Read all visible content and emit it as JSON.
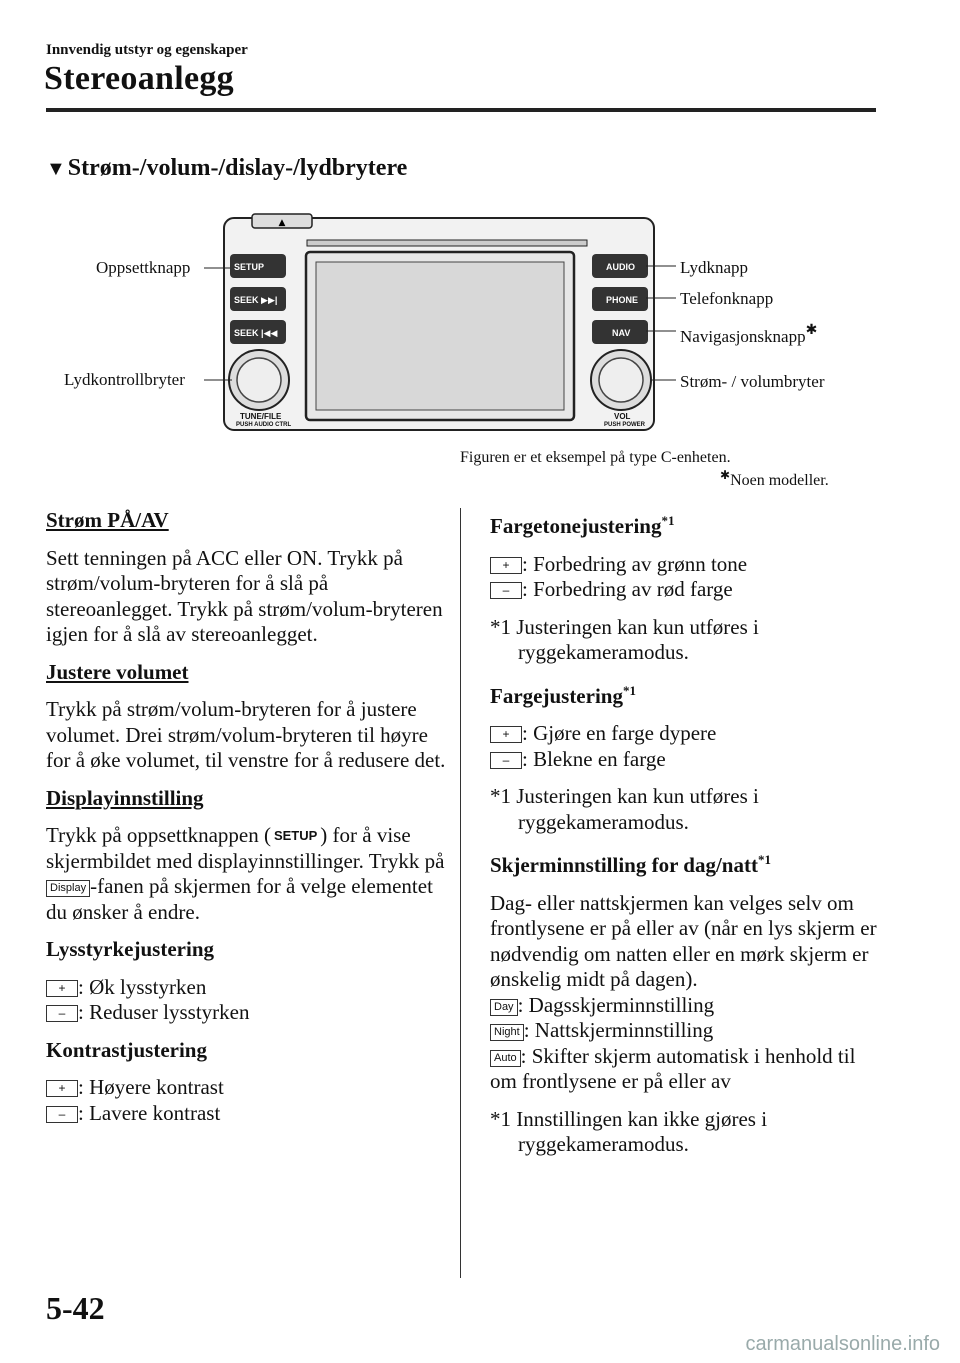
{
  "header": {
    "chapter": "Innvendig utstyr og egenskaper",
    "title": "Stereoanlegg"
  },
  "subsection": {
    "marker": "▼",
    "title": "Strøm-/volum-/dislay-/lydbrytere"
  },
  "figure": {
    "callouts": {
      "setup": "Oppsettknapp",
      "audio_ctrl": "Lydkontrollbryter",
      "audio": "Lydknapp",
      "phone": "Telefonknapp",
      "nav": "Navigasjonsknapp",
      "power": "Strøm- / volumbryter"
    },
    "unit_labels": {
      "setup": "SETUP",
      "seek_up": "SEEK",
      "seek_down": "SEEK",
      "audio": "AUDIO",
      "phone": "PHONE",
      "nav": "NAV",
      "tune": "TUNE/FILE",
      "tune_sub": "PUSH AUDIO CTRL",
      "vol": "VOL",
      "vol_sub": "PUSH POWER"
    },
    "caption": "Figuren er et eksempel på type C-enheten.",
    "footnote": "Noen modeller."
  },
  "left": {
    "power_heading": "Strøm PÅ/AV",
    "power_text": "Sett tenningen på ACC eller ON. Trykk på strøm/volum-bryteren for å slå på stereoanlegget. Trykk på strøm/volum-bryteren igjen for å slå av stereoanlegget.",
    "volume_heading": "Justere volumet",
    "volume_text": "Trykk på strøm/volum-bryteren for å justere volumet. Drei strøm/volum-bryteren til høyre for å øke volumet, til venstre for å redusere det.",
    "display_heading": "Displayinnstilling",
    "display_text_1": "Trykk på oppsettknappen (",
    "display_key_setup": "SETUP",
    "display_text_2": ") for å vise skjermbildet med displayinnstillinger.",
    "display_text_3": "Trykk på ",
    "display_key_display": "Display",
    "display_text_4": "-fanen på skjermen for å velge elementet du ønsker å endre.",
    "brightness_heading": "Lysstyrkejustering",
    "brightness_plus": ": Øk lysstyrken",
    "brightness_minus": ": Reduser lysstyrken",
    "contrast_heading": "Kontrastjustering",
    "contrast_plus": ": Høyere kontrast",
    "contrast_minus": ": Lavere kontrast"
  },
  "right": {
    "tint_heading": "Fargetonejustering",
    "tint_sup": "*1",
    "tint_plus": ": Forbedring av grønn tone",
    "tint_minus": ": Forbedring av rød farge",
    "tint_note": "*1 Justeringen kan kun utføres i ryggekameramodus.",
    "color_heading": "Fargejustering",
    "color_sup": "*1",
    "color_plus": ": Gjøre en farge dypere",
    "color_minus": ": Blekne en farge",
    "color_note": "*1 Justeringen kan kun utføres i ryggekameramodus.",
    "daynight_heading": "Skjerminnstilling for dag/natt",
    "daynight_sup": "*1",
    "daynight_text": "Dag- eller nattskjermen kan velges selv om frontlysene er på eller av (når en lys skjerm er nødvendig om natten eller en mørk skjerm er ønskelig midt på dagen).",
    "key_day": "Day",
    "day_text": ": Dagsskjerminnstilling",
    "key_night": "Night",
    "night_text": ": Nattskjerminnstilling",
    "key_auto": "Auto",
    "auto_text": ": Skifter skjerm automatisk i henhold til om frontlysene er på eller av",
    "daynight_note": "*1 Innstillingen kan ikke gjøres i ryggekameramodus."
  },
  "keys": {
    "plus": "+",
    "minus": "–"
  },
  "footer": {
    "page": "5-42",
    "watermark": "carmanualsonline.info"
  }
}
